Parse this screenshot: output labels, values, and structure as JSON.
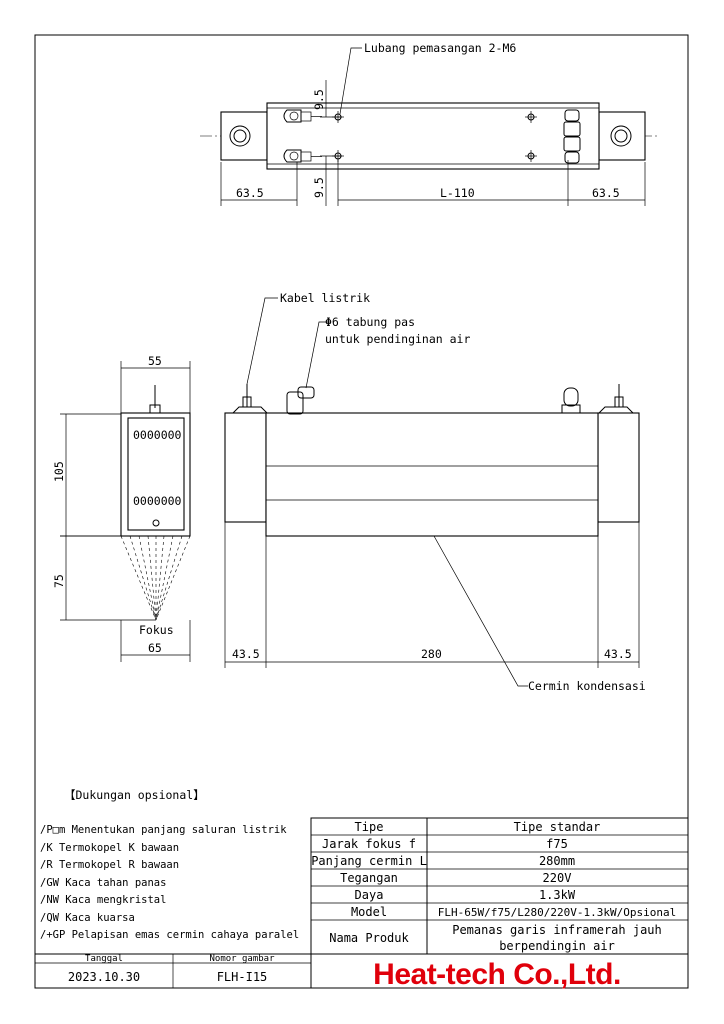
{
  "top_view": {
    "callout_mount_holes": "Lubang pemasangan 2-M6",
    "dim_left_end": "63.5",
    "dim_center_length": "L-110",
    "dim_right_end": "63.5",
    "dim_hole_offset_top": "9.5",
    "dim_hole_offset_bottom": "9.5"
  },
  "side_view": {
    "dim_width": "55",
    "dim_height": "105",
    "dim_focus_distance": "75",
    "focus_label": "Fokus",
    "dim_mirror_width": "65",
    "vent_slots_top": "0000000",
    "vent_slots_bottom": "0000000"
  },
  "front_view": {
    "callout_cable": "Kabel listrik",
    "callout_tube_line1": "Φ6 tabung pas",
    "callout_tube_line2": "untuk pendinginan air",
    "callout_mirror": "Cermin kondensasi",
    "dim_left": "43.5",
    "dim_middle": "280",
    "dim_right": "43.5"
  },
  "options": {
    "heading": "【Dukungan opsional】",
    "items": [
      "/P□m Menentukan panjang saluran listrik",
      "/K Termokopel K bawaan",
      "/R Termokopel R bawaan",
      "/GW  Kaca tahan panas",
      "/NW  Kaca mengkristal",
      "/QW  Kaca kuarsa",
      "/+GP  Pelapisan emas cermin cahaya paralel"
    ]
  },
  "spec_table": {
    "rows": [
      {
        "label": "Tipe",
        "value": "Tipe standar"
      },
      {
        "label": "Jarak fokus f",
        "value": "f75"
      },
      {
        "label": "Panjang cermin L",
        "value": "280mm"
      },
      {
        "label": "Tegangan",
        "value": "220V"
      },
      {
        "label": "Daya",
        "value": "1.3kW"
      },
      {
        "label": "Model",
        "value": "FLH-65W/f75/L280/220V-1.3kW/Opsional"
      }
    ],
    "product_label": "Nama Produk",
    "product_value_line1": "Pemanas garis inframerah jauh",
    "product_value_line2": "berpendingin air"
  },
  "title_block": {
    "date_label": "Tanggal",
    "date_value": "2023.10.30",
    "drawing_no_label": "Nomor gambar",
    "drawing_no_value": "FLH-I15",
    "company": "Heat-tech Co.,Ltd.",
    "company_color": "#e0000b"
  }
}
